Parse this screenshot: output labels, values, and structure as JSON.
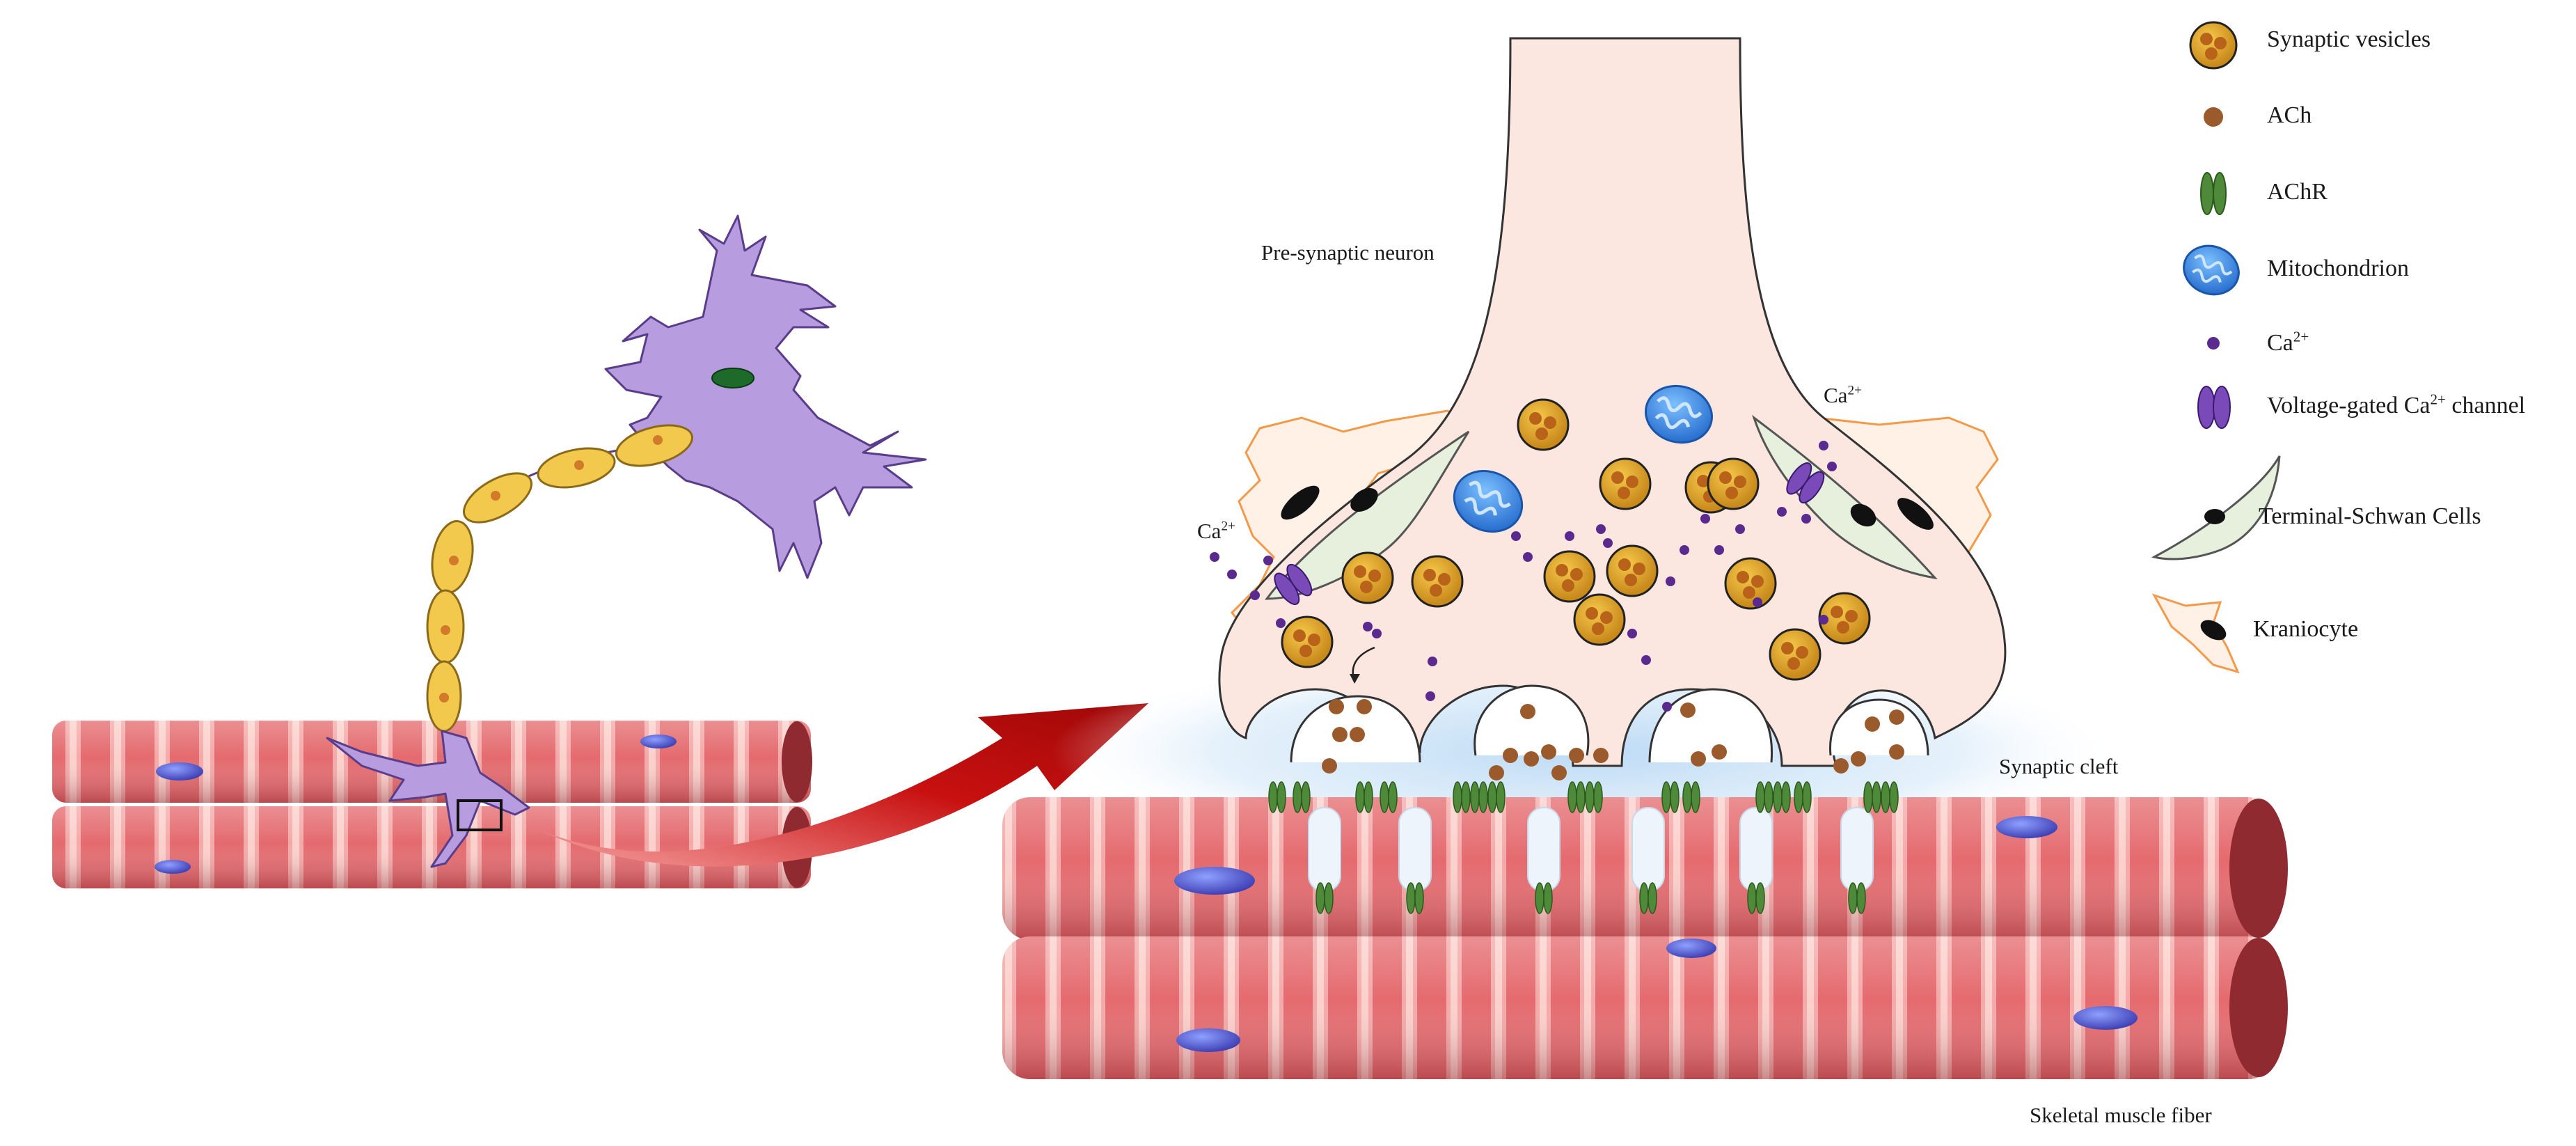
{
  "labels": {
    "pre_synaptic_neuron": "Pre-synaptic neuron",
    "synaptic_cleft": "Synaptic cleft",
    "skeletal_muscle_fiber": "Skeletal muscle fiber",
    "ca_left": "Ca",
    "ca_right": "Ca",
    "ca_sup": "2+"
  },
  "legend": [
    {
      "text": "Synaptic vesicles",
      "icon": "synaptic-vesicle-icon"
    },
    {
      "text": "ACh",
      "icon": "ach-icon"
    },
    {
      "text": "AChR",
      "icon": "achr-icon"
    },
    {
      "text": "Mitochondrion",
      "icon": "mitochondrion-icon"
    },
    {
      "text": "Ca",
      "sup": "2+",
      "icon": "calcium-icon"
    },
    {
      "text_before": "Voltage-gated Ca",
      "sup": "2+",
      "text_after": " channel",
      "icon": "voltage-gated-channel-icon"
    },
    {
      "text": "Terminal-Schwan Cells",
      "icon": "terminal-schwann-cell-icon"
    },
    {
      "text": "Kraniocyte",
      "icon": "kraniocyte-icon"
    }
  ],
  "colors": {
    "muscle": "#e46a6e",
    "neuron_body": "#b79ce0",
    "myelin": "#f2c94c",
    "vesicle": "#c98a1c",
    "ach": "#9b5a2b",
    "achr": "#4e8a3a",
    "mitochondrion": "#3a8be0",
    "calcium": "#5a2a8e",
    "channel": "#6a3aa0",
    "schwann": "#e8f0e0",
    "kraniocyte_outline": "#f29a4a",
    "arrow": "#c41010",
    "cleft_glow": "#c8e0f5"
  }
}
